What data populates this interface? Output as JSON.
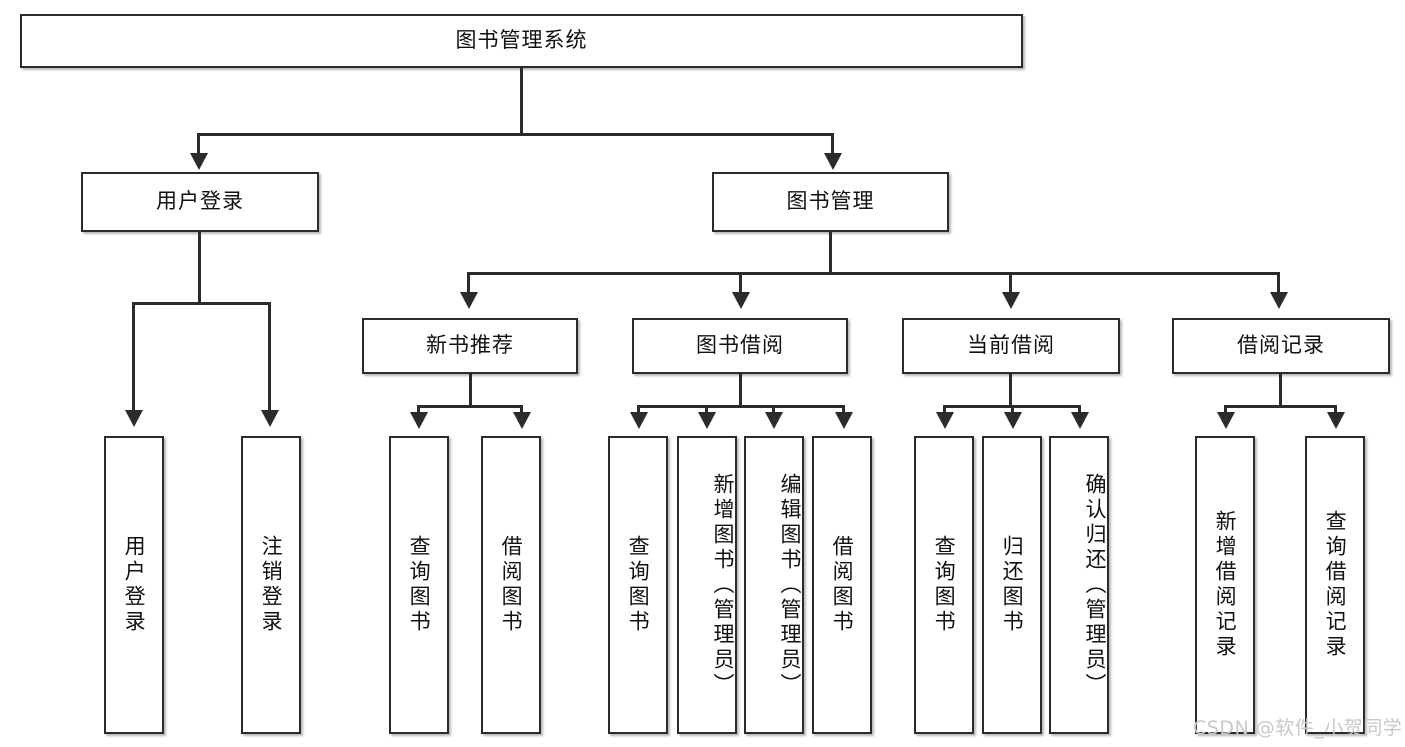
{
  "diagram": {
    "type": "tree",
    "title": "图书管理系统",
    "orientation": "top-down",
    "colors": {
      "box_border": "#2b2b2b",
      "box_fill": "#ffffff",
      "connector": "#2b2b2b",
      "text": "#111111",
      "watermark": "#c9c9c9",
      "background": "#ffffff"
    },
    "root": {
      "label": "图书管理系统"
    },
    "level2": [
      {
        "label": "用户登录"
      },
      {
        "label": "图书管理"
      }
    ],
    "level3": [
      {
        "label": "新书推荐"
      },
      {
        "label": "图书借阅"
      },
      {
        "label": "当前借阅"
      },
      {
        "label": "借阅记录"
      }
    ],
    "leaves": {
      "user_login": [
        {
          "label": "用户登录"
        },
        {
          "label": "注销登录"
        }
      ],
      "new_book_recommend": [
        {
          "label": "查询图书"
        },
        {
          "label": "借阅图书"
        }
      ],
      "book_borrow": [
        {
          "label": "查询图书"
        },
        {
          "label": "新增图书（管理员）"
        },
        {
          "label": "编辑图书（管理员）"
        },
        {
          "label": "借阅图书"
        }
      ],
      "current_borrow": [
        {
          "label": "查询图书"
        },
        {
          "label": "归还图书"
        },
        {
          "label": "确认归还（管理员）"
        }
      ],
      "borrow_record": [
        {
          "label": "新增借阅记录"
        },
        {
          "label": "查询借阅记录"
        }
      ]
    }
  },
  "watermark": {
    "text": "CSDN @软件_小贺同学"
  }
}
